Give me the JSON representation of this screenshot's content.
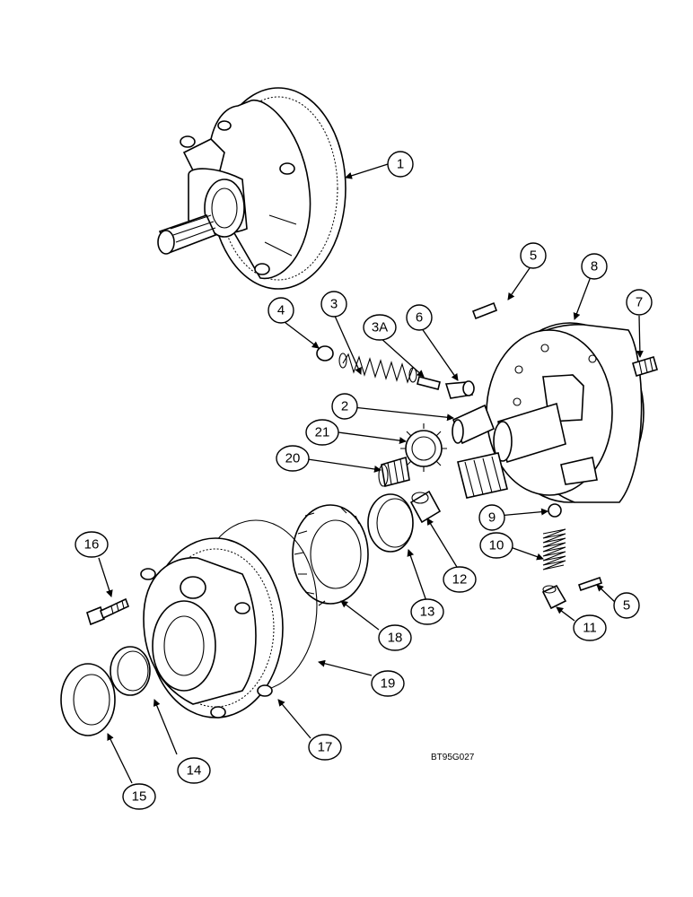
{
  "diagram": {
    "drawing_code": "BT95G027",
    "callouts": [
      "1",
      "2",
      "3",
      "3A",
      "4",
      "5",
      "5",
      "6",
      "7",
      "8",
      "9",
      "10",
      "11",
      "12",
      "13",
      "14",
      "15",
      "16",
      "17",
      "18",
      "19",
      "20",
      "21"
    ]
  }
}
